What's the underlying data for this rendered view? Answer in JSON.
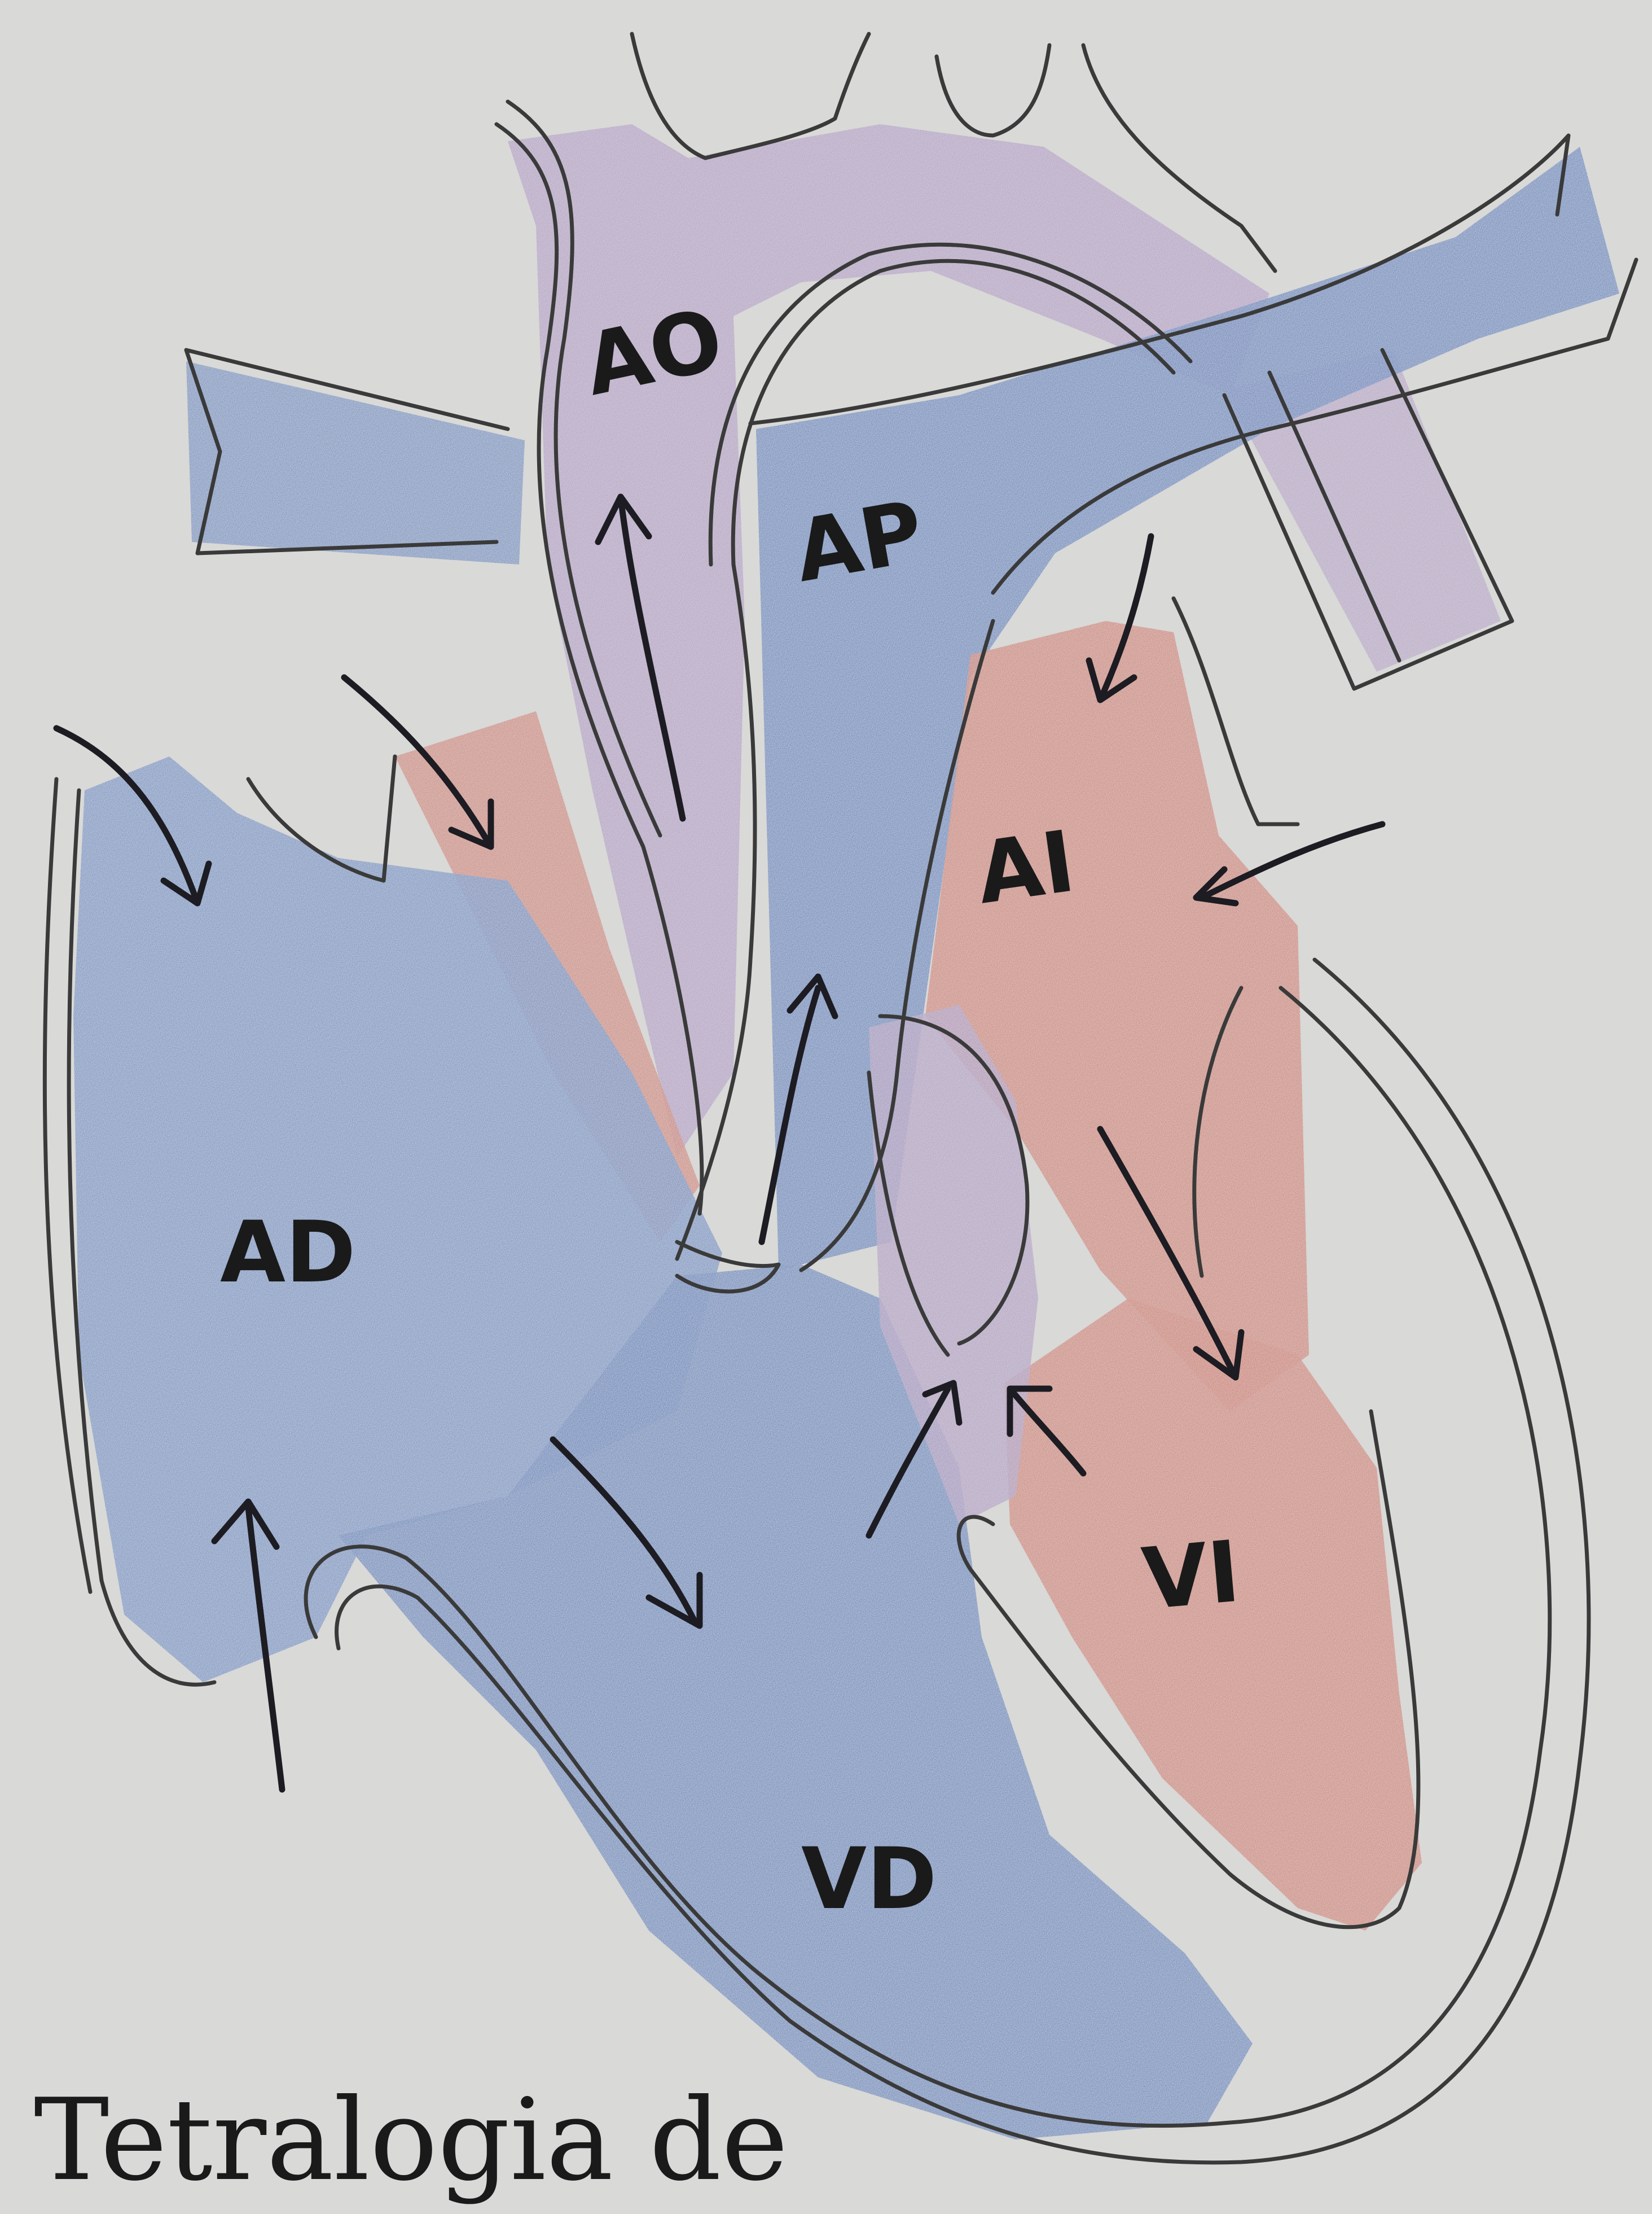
{
  "diagram": {
    "labels": {
      "aorta": "AO",
      "pulmonary_artery": "AP",
      "right_atrium": "AD",
      "left_atrium": "AI",
      "right_ventricle": "VD",
      "left_ventricle": "VI"
    },
    "caption": "Tetralogia de",
    "colors": {
      "paper": "#d9d9d7",
      "venous_blue": "#4f72b8",
      "arterial_red": "#cf6a5e",
      "mixed_purple": "#a68cc2",
      "ink": "#1a1a1a"
    }
  }
}
